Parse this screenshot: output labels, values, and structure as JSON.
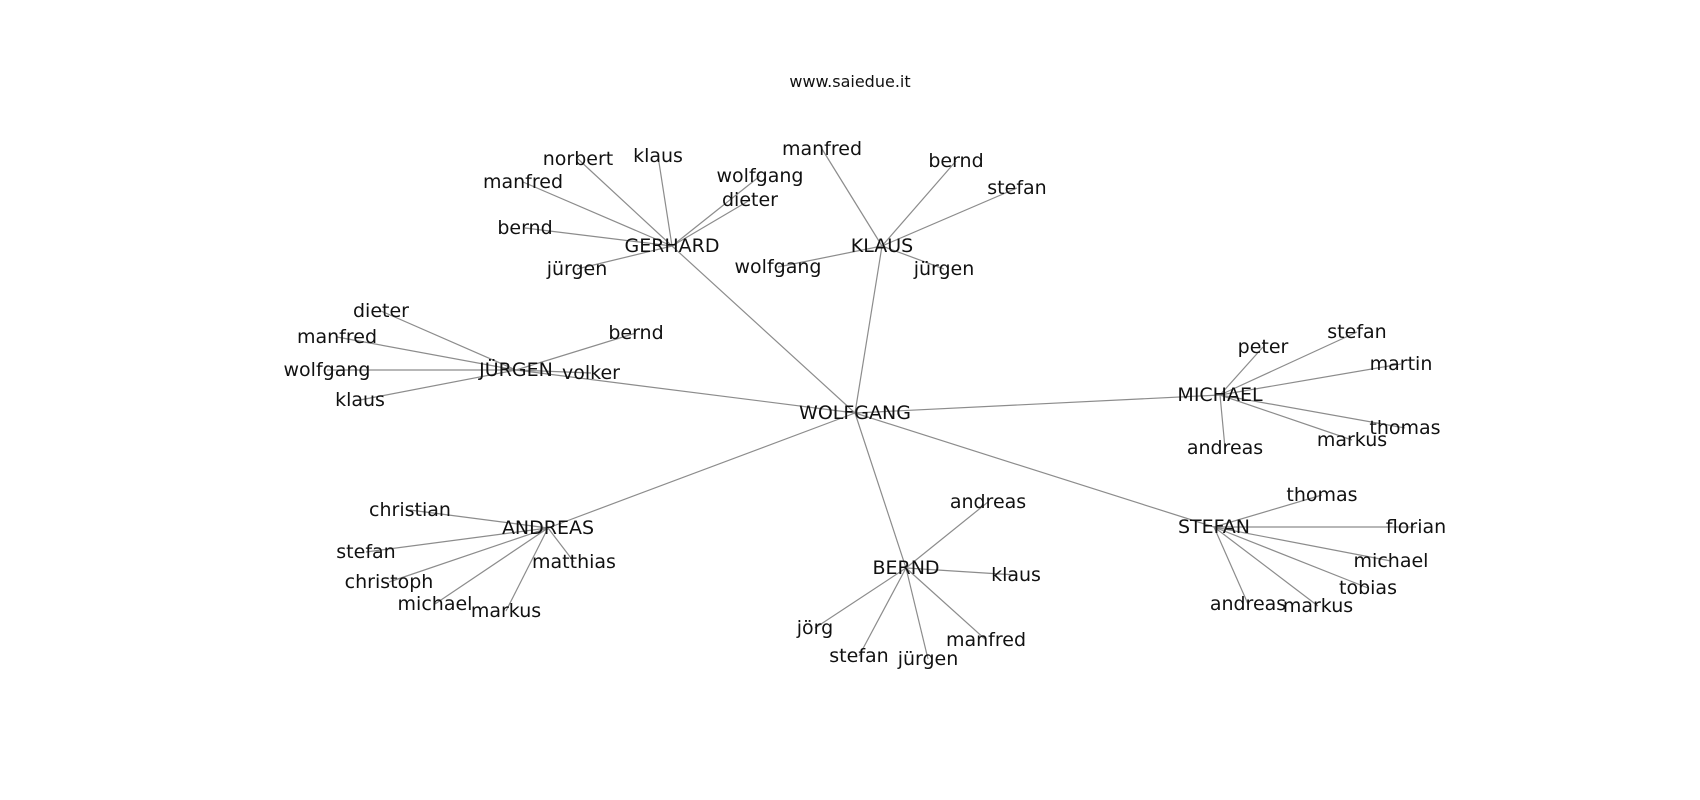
{
  "title": "www.saiedue.it",
  "graph": {
    "center": "WOLFGANG",
    "hubs": [
      {
        "id": "GERHARD",
        "label": "GERHARD",
        "children": [
          "norbert",
          "klaus",
          "manfred",
          "wolfgang",
          "dieter",
          "bernd",
          "jürgen"
        ]
      },
      {
        "id": "KLAUS",
        "label": "KLAUS",
        "children": [
          "manfred",
          "bernd",
          "stefan",
          "wolfgang",
          "jürgen"
        ]
      },
      {
        "id": "JÜRGEN",
        "label": "JÜRGEN",
        "children": [
          "dieter",
          "manfred",
          "bernd",
          "wolfgang",
          "volker",
          "klaus"
        ]
      },
      {
        "id": "MICHAEL",
        "label": "MICHAEL",
        "children": [
          "peter",
          "stefan",
          "martin",
          "thomas",
          "markus",
          "andreas"
        ]
      },
      {
        "id": "ANDREAS",
        "label": "ANDREAS",
        "children": [
          "christian",
          "stefan",
          "matthias",
          "christoph",
          "michael",
          "markus"
        ]
      },
      {
        "id": "BERND",
        "label": "BERND",
        "children": [
          "andreas",
          "klaus",
          "jörg",
          "manfred",
          "stefan",
          "jürgen"
        ]
      },
      {
        "id": "STEFAN",
        "label": "STEFAN",
        "children": [
          "thomas",
          "florian",
          "michael",
          "tobias",
          "andreas",
          "markus"
        ]
      }
    ]
  }
}
